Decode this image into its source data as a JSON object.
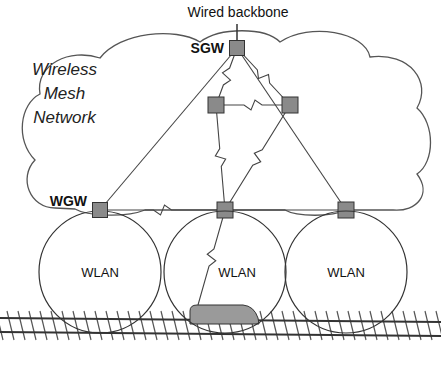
{
  "diagram": {
    "nodes": [
      {
        "text": [
          "Wireless Mesh Network"
        ]
      },
      {
        "text": [
          "SGW"
        ]
      },
      {
        "text": [
          "WGW"
        ]
      },
      {
        "text": [
          "WLAN"
        ]
      },
      {
        "text": [
          "WLAN"
        ]
      },
      {
        "text": [
          "WLAN"
        ]
      }
    ],
    "labels": [
      "Wired backbone"
    ]
  }
}
